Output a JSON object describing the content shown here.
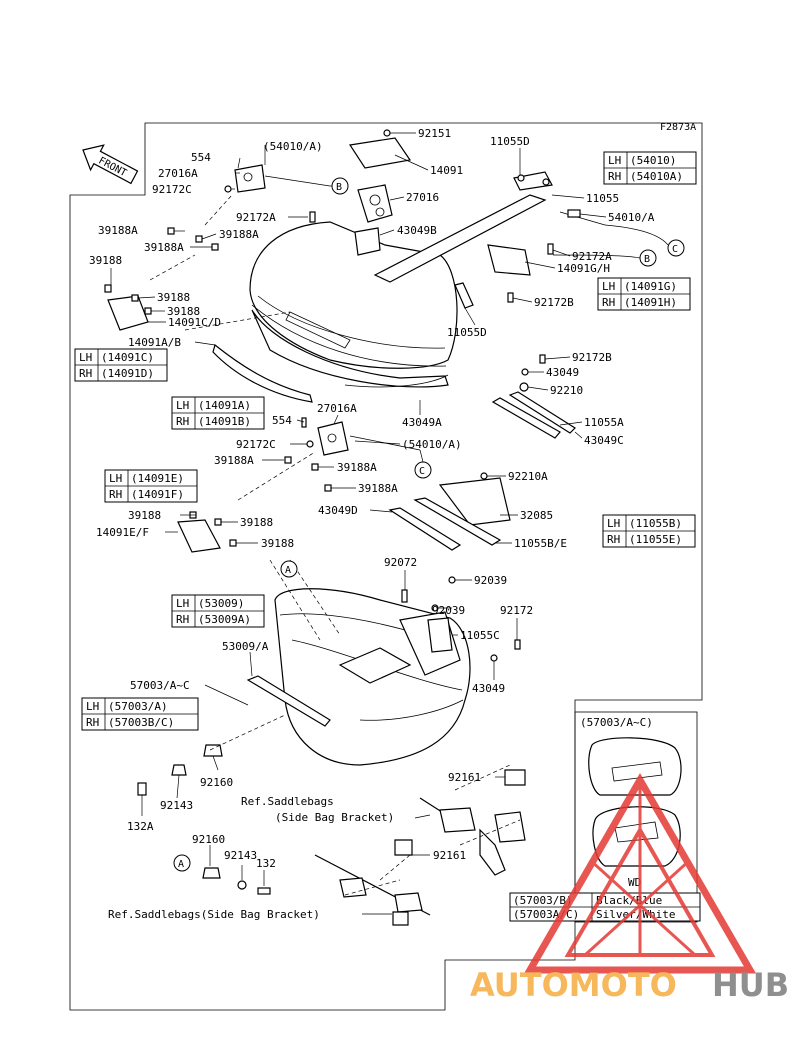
{
  "figure_code": "F2873A",
  "front_label": "FRONT",
  "parts": {
    "p92151": "92151",
    "p14091": "14091",
    "p27016": "27016",
    "p43049B": "43049B",
    "p11055D_top": "11055D",
    "p11055": "11055",
    "p54010A_r": "54010/A",
    "p92172A_r": "92172A",
    "p14091GH": "14091G/H",
    "p92172B_a": "92172B",
    "p11055D_mid": "11055D",
    "p54010A_top": "(54010/A)",
    "p554_top": "554",
    "p27016A_top": "27016A",
    "p92172C_top": "92172C",
    "p92172A_mid": "92172A",
    "p39188A_1": "39188A",
    "p39188A_2": "39188A",
    "p39188A_3": "39188A",
    "p39188_1": "39188",
    "p39188_2": "39188",
    "p39188_3": "39188",
    "p14091CD": "14091C/D",
    "p14091AB": "14091A/B",
    "p92172B_b": "92172B",
    "p43049_a": "43049",
    "p92210": "92210",
    "p11055A": "11055A",
    "p43049C": "43049C",
    "p554_mid": "554",
    "p27016A_mid": "27016A",
    "p43049A": "43049A",
    "p92172C_mid": "92172C",
    "p54010A_mid": "(54010/A)",
    "p39188A_4": "39188A",
    "p39188A_5": "39188A",
    "p39188A_6": "39188A",
    "p92210A": "92210A",
    "p43049D": "43049D",
    "p32085": "32085",
    "p11055BE": "11055B/E",
    "p39188_4": "39188",
    "p39188_5": "39188",
    "p39188_6": "39188",
    "p14091EF": "14091E/F",
    "p92072": "92072",
    "p92039_a": "92039",
    "p92039_b": "92039",
    "p92172": "92172",
    "p11055C": "11055C",
    "p53009A": "53009/A",
    "p57003AC": "57003/A~C",
    "p43049_b": "43049",
    "p92160_a": "92160",
    "p92143_a": "92143",
    "p132A": "132A",
    "p92161_a": "92161",
    "p92161_b": "92161",
    "p92160_b": "92160",
    "p92143_b": "92143",
    "p132": "132",
    "ref_bracket_1a": "Ref.Saddlebags",
    "ref_bracket_1b": "(Side Bag Bracket)",
    "ref_bracket_2": "Ref.Saddlebags(Side Bag Bracket)"
  },
  "callouts": {
    "A": "A",
    "B": "B",
    "C": "C"
  },
  "side_tables": [
    {
      "id": "t54010",
      "rows": [
        [
          "LH",
          "(54010)"
        ],
        [
          "RH",
          "(54010A)"
        ]
      ]
    },
    {
      "id": "t14091GH",
      "rows": [
        [
          "LH",
          "(14091G)"
        ],
        [
          "RH",
          "(14091H)"
        ]
      ]
    },
    {
      "id": "t14091CD",
      "rows": [
        [
          "LH",
          "(14091C)"
        ],
        [
          "RH",
          "(14091D)"
        ]
      ]
    },
    {
      "id": "t14091AB",
      "rows": [
        [
          "LH",
          "(14091A)"
        ],
        [
          "RH",
          "(14091B)"
        ]
      ]
    },
    {
      "id": "t14091EF",
      "rows": [
        [
          "LH",
          "(14091E)"
        ],
        [
          "RH",
          "(14091F)"
        ]
      ]
    },
    {
      "id": "t11055BE",
      "rows": [
        [
          "LH",
          "(11055B)"
        ],
        [
          "RH",
          "(11055E)"
        ]
      ]
    },
    {
      "id": "t53009",
      "rows": [
        [
          "LH",
          "(53009)"
        ],
        [
          "RH",
          "(53009A)"
        ]
      ]
    },
    {
      "id": "t57003",
      "rows": [
        [
          "LH",
          "(57003/A)"
        ],
        [
          "RH",
          "(57003B/C)"
        ]
      ]
    }
  ],
  "inset": {
    "title": "(57003/A~C)",
    "variant_label": "WD",
    "colors": [
      [
        "(57003/B)",
        "Black/Blue"
      ],
      [
        "(57003A/C)",
        "Silver/White"
      ]
    ]
  },
  "watermark": {
    "part1": "AUTOMOTO",
    "part2": "HUB",
    "color1": "#f7b75b",
    "color2": "#8f8f8f",
    "triangle_color": "#e53935"
  }
}
